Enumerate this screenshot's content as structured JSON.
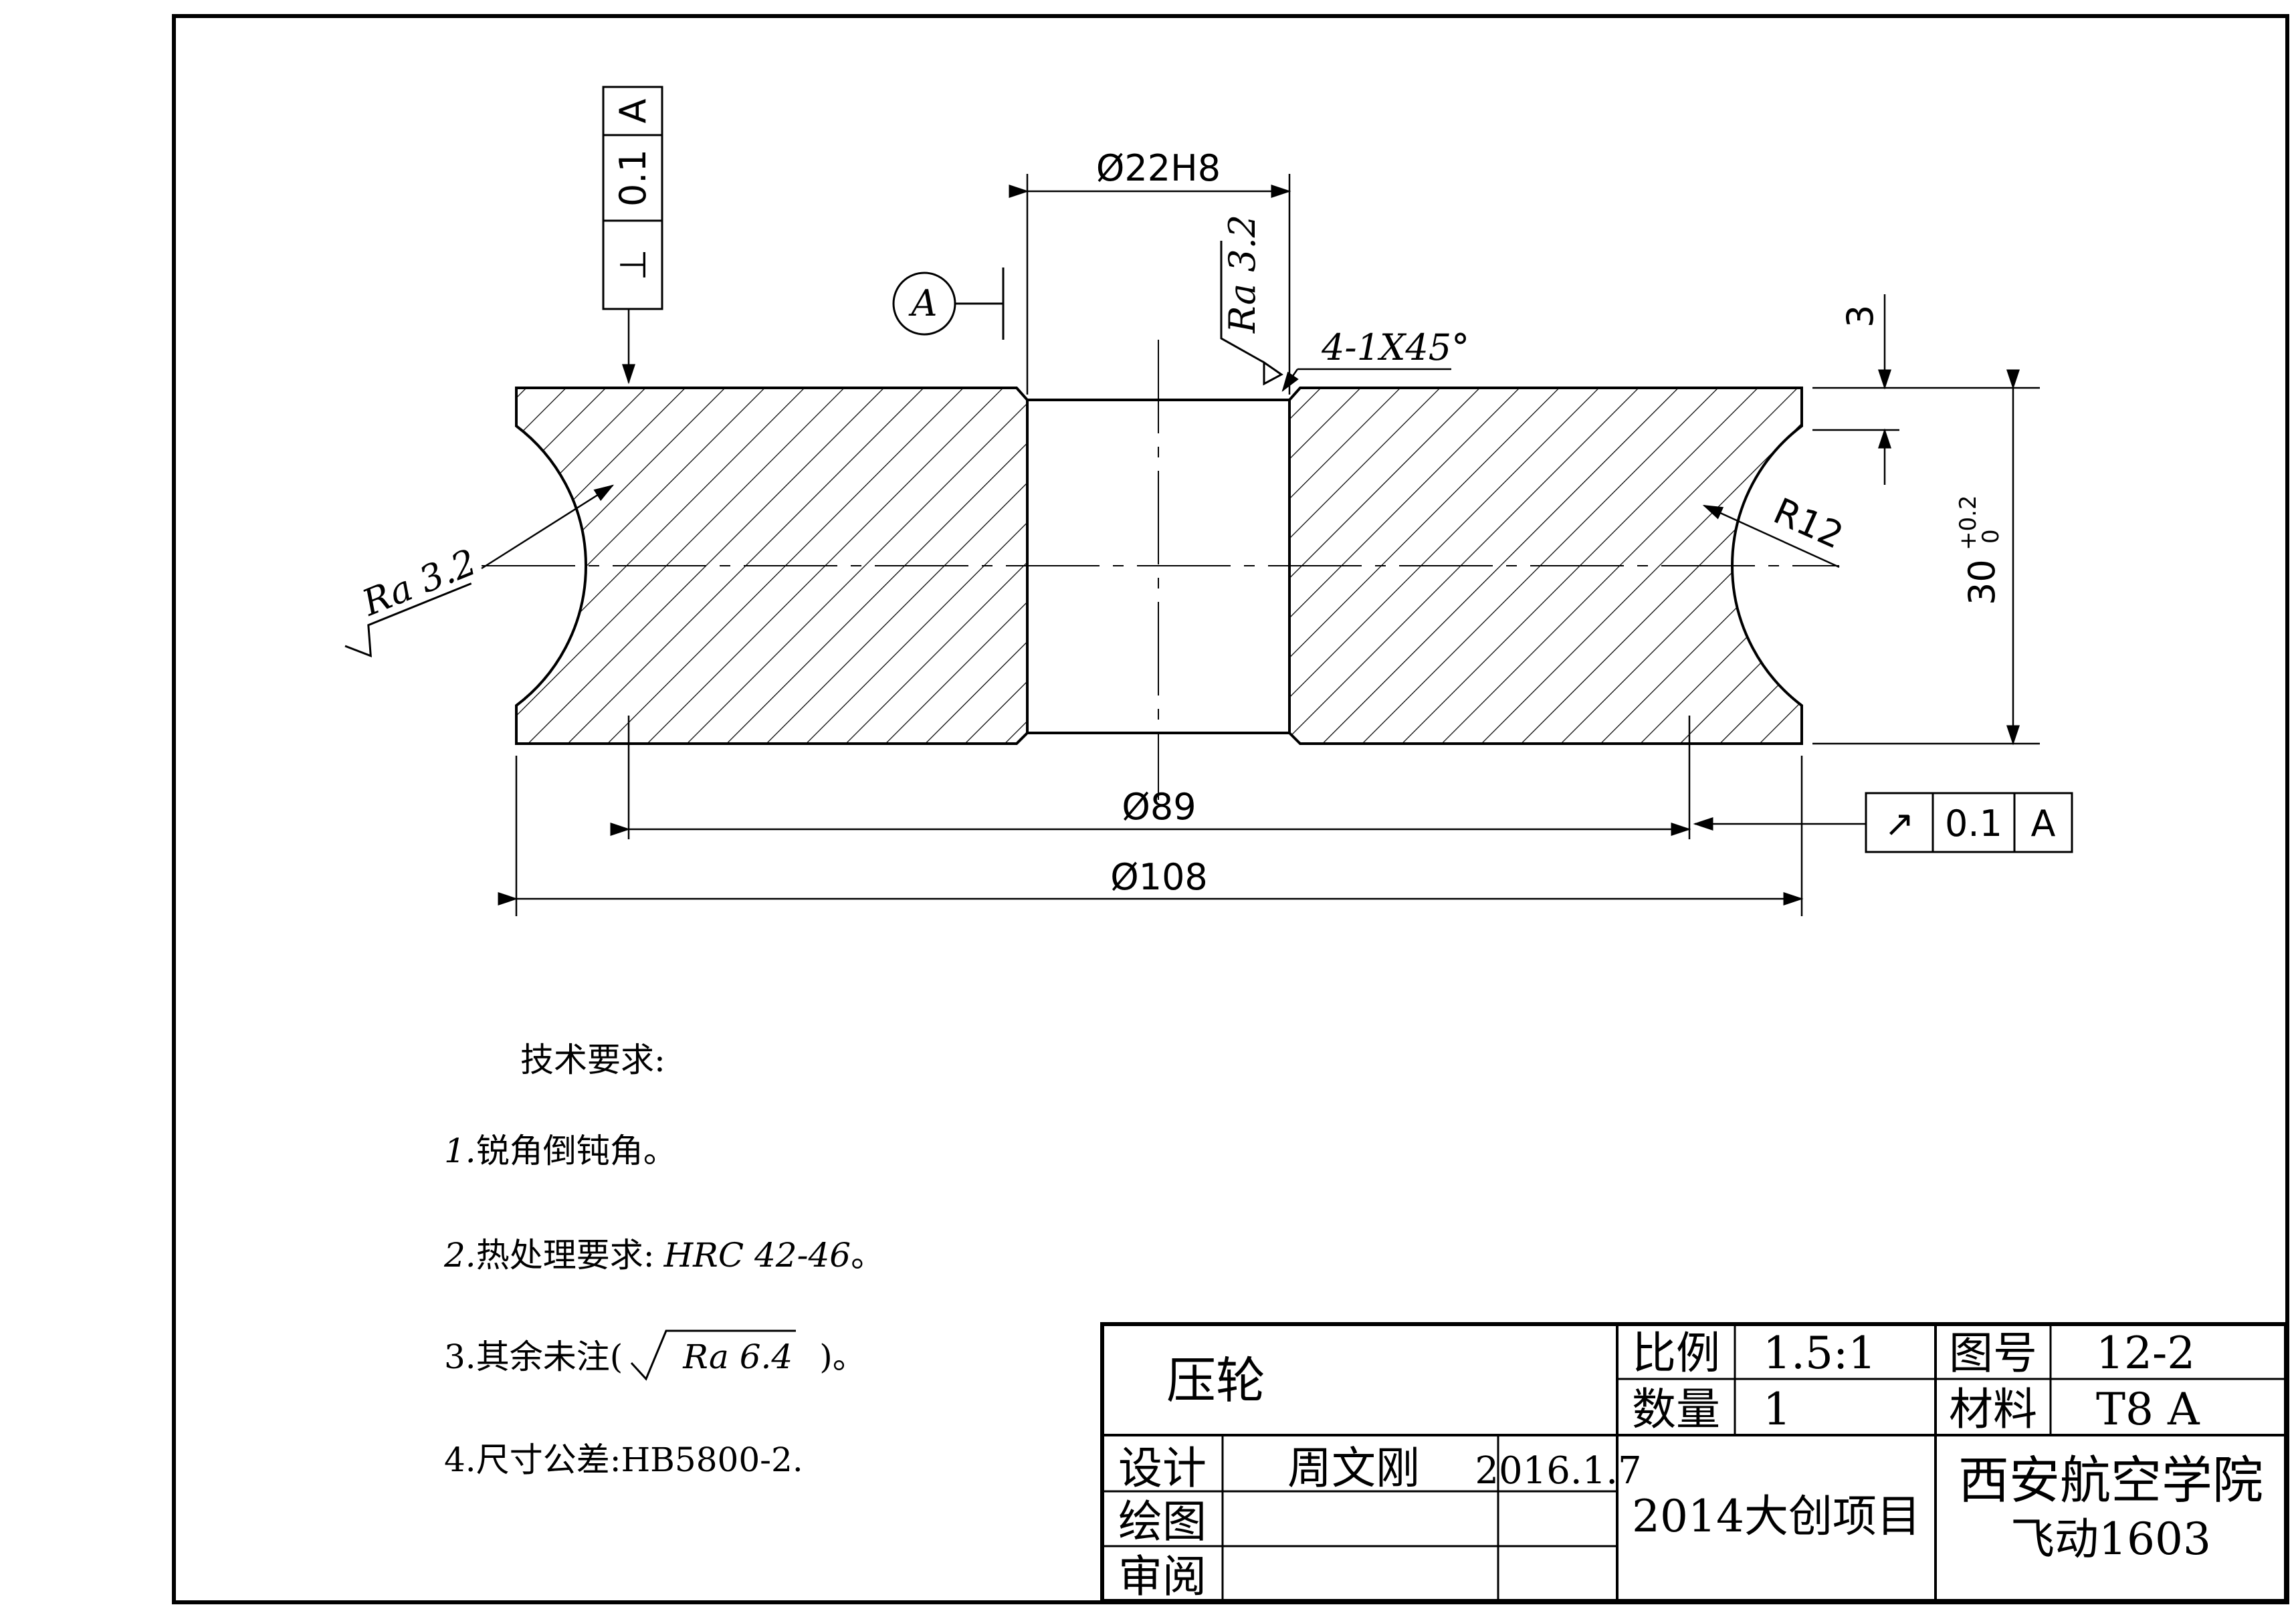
{
  "part": {
    "bore_dim": "Ø22H8",
    "inner_dia_dim": "Ø89",
    "outer_dia_dim": "Ø108",
    "groove_radius_dim": "R12",
    "height_dim": "30",
    "height_tol_upper": "+0.2",
    "height_tol_lower": "0",
    "flange_dim": "3",
    "chamfer_note": "4-1X45°",
    "datum_label": "A",
    "roughness_bore": "Ra 3.2",
    "roughness_groove": "Ra 3.2"
  },
  "tolerance_frames": {
    "perpendicularity": {
      "symbol": "⊥",
      "value": "0.1",
      "datum": "A"
    },
    "runout": {
      "symbol": "↗",
      "value": "0.1",
      "datum": "A"
    }
  },
  "notes": {
    "heading": "技术要求:",
    "item1_num": "1.",
    "item1_text": "锐角倒钝角。",
    "item2_num": "2.",
    "item2_text": "热处理要求:",
    "item2_value": "HRC 42-46",
    "item2_end": "。",
    "item3_num": "3.",
    "item3_text": "其余未注(",
    "item3_value": "Ra 6.4",
    "item3_end": ")。",
    "item4_num": "4.",
    "item4_text": "尺寸公差:HB5800-2."
  },
  "title_block": {
    "part_name": "压轮",
    "scale_label": "比例",
    "scale_value": "1.5:1",
    "qty_label": "数量",
    "qty_value": "1",
    "drawing_no_label": "图号",
    "drawing_no_value": "12-2",
    "material_label": "材料",
    "material_value": "T8 A",
    "design_label": "设计",
    "designer": "周文刚",
    "design_date": "2016.1.7",
    "draw_label": "绘图",
    "review_label": "审阅",
    "project": "2014大创项目",
    "school": "西安航空学院",
    "class": "飞动1603"
  }
}
